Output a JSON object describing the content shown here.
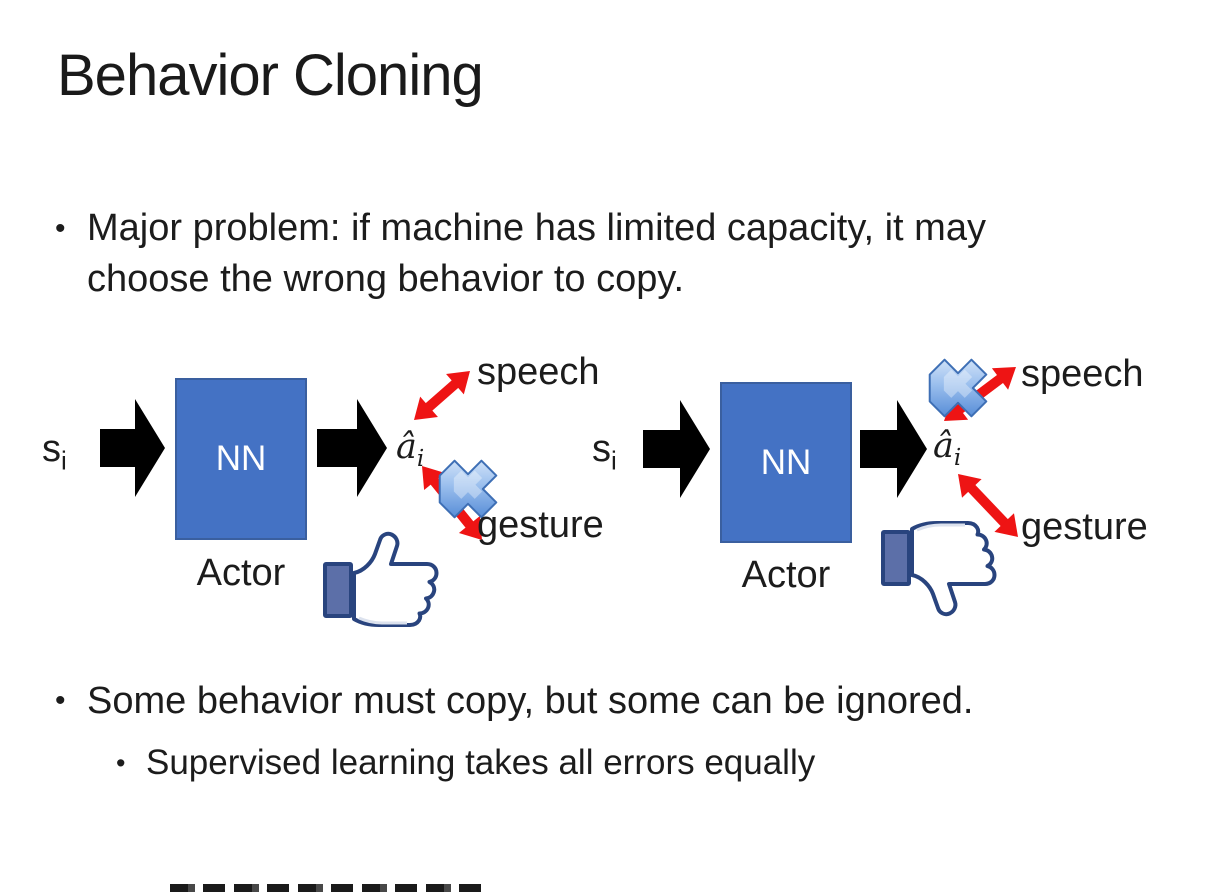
{
  "slide": {
    "title": "Behavior Cloning",
    "bullet_char": "•",
    "bullets": {
      "major_problem": "Major problem: if machine has limited capacity, it may choose the wrong behavior to copy.",
      "some_behavior": "Some behavior must copy, but some can be ignored.",
      "supervised": "Supervised learning takes all errors equally"
    },
    "diagrams": {
      "left": {
        "input": "s",
        "input_sub": "i",
        "box_label": "NN",
        "output": "â",
        "output_sub": "i",
        "actor_label": "Actor",
        "speech_label": "speech",
        "gesture_label": "gesture",
        "crossed_out": "gesture",
        "feedback_icon": "thumbs-up"
      },
      "right": {
        "input": "s",
        "input_sub": "i",
        "box_label": "NN",
        "output": "â",
        "output_sub": "i",
        "actor_label": "Actor",
        "speech_label": "speech",
        "gesture_label": "gesture",
        "crossed_out": "speech",
        "feedback_icon": "thumbs-down"
      }
    },
    "colors": {
      "text": "#1C1C1C",
      "nn_box_fill": "#4472C4",
      "nn_box_border": "#3A5F9F",
      "nn_box_text": "#FFFFFF",
      "block_arrow": "#000000",
      "relation_arrow": "#EE1414",
      "cross_icon": "#5B9BD5",
      "thumb_outline": "#29447E",
      "thumb_cuff": "#5C6FA8"
    }
  }
}
